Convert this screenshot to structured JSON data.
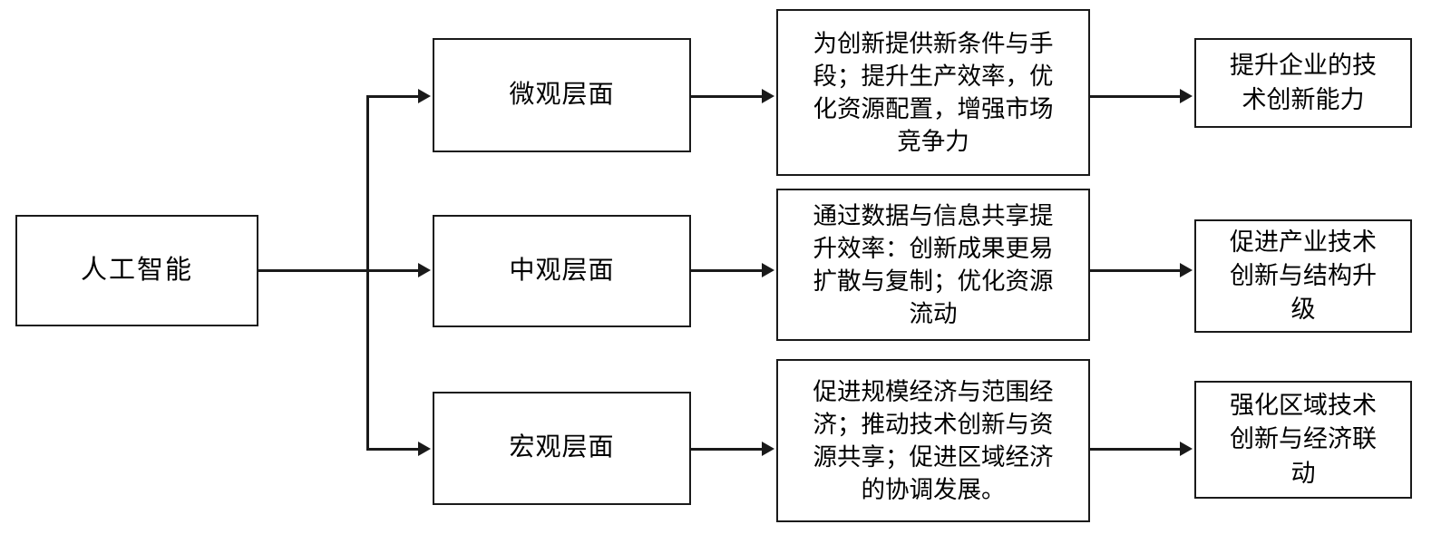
{
  "diagram": {
    "type": "flowchart",
    "orientation": "left-to-right",
    "background_color": "#ffffff",
    "line_color": "#1a1a1a",
    "root": {
      "label": "人工智能"
    },
    "levels": [
      {
        "label": "微观层面",
        "detail": "为创新提供新条件与手\n段；提升生产效率，优\n化资源配置，增强市场\n竞争力",
        "outcome": "提升企业的技\n术创新能力"
      },
      {
        "label": "中观层面",
        "detail": "通过数据与信息共享提\n升效率：创新成果更易\n扩散与复制；优化资源\n流动",
        "outcome": "促进产业技术\n创新与结构升\n级"
      },
      {
        "label": "宏观层面",
        "detail": "促进规模经济与范围经\n济；推动技术创新与资\n源共享；促进区域经济\n的协调发展。",
        "outcome": "强化区域技术\n创新与经济联\n动"
      }
    ]
  }
}
